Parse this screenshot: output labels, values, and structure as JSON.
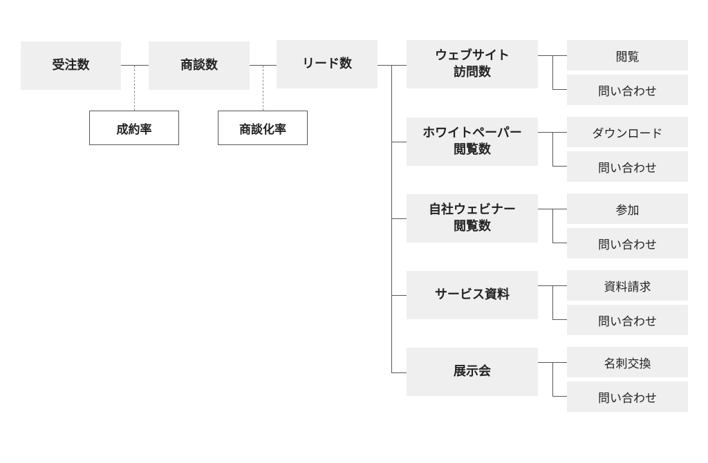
{
  "main_chain": {
    "orders": "受注数",
    "deals": "商談数",
    "leads": "リード数"
  },
  "rates": {
    "win_rate": "成約率",
    "deal_rate": "商談化率"
  },
  "channels": [
    {
      "label": "ウェブサイト\n訪問数",
      "actions": [
        "閲覧",
        "問い合わせ"
      ]
    },
    {
      "label": "ホワイトペーパー\n閲覧数",
      "actions": [
        "ダウンロード",
        "問い合わせ"
      ]
    },
    {
      "label": "自社ウェビナー\n閲覧数",
      "actions": [
        "参加",
        "問い合わせ"
      ]
    },
    {
      "label": "サービス資料",
      "actions": [
        "資料請求",
        "問い合わせ"
      ]
    },
    {
      "label": "展示会",
      "actions": [
        "名刺交換",
        "問い合わせ"
      ]
    }
  ]
}
